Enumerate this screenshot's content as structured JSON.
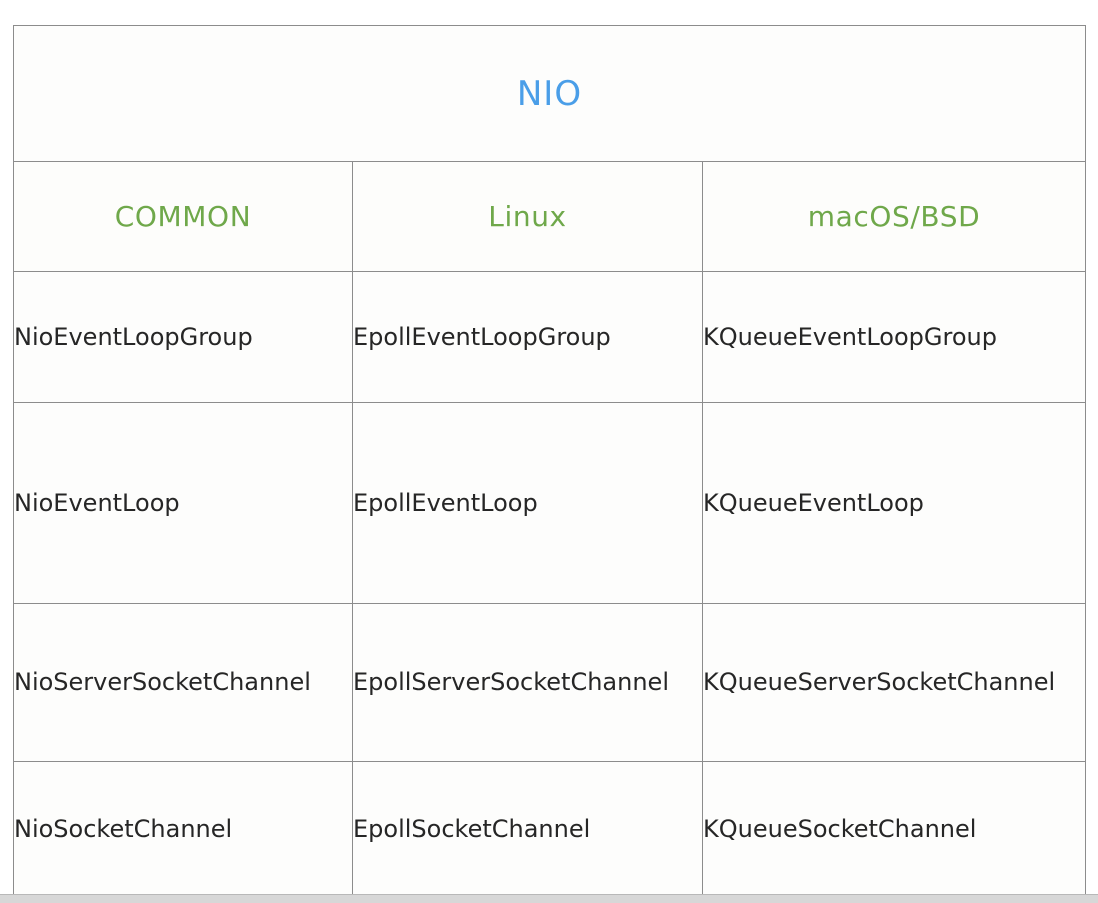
{
  "table": {
    "title": "NIO",
    "title_color": "#4a9ee8",
    "header_color": "#6fa84a",
    "border_color": "#8c8c8c",
    "headers": [
      {
        "label": "COMMON"
      },
      {
        "label": "Linux"
      },
      {
        "label": "macOS/BSD"
      }
    ],
    "rows": [
      {
        "common": "NioEventLoopGroup",
        "linux": "EpollEventLoopGroup",
        "macos": "KQueueEventLoopGroup"
      },
      {
        "common": "NioEventLoop",
        "linux": "EpollEventLoop",
        "macos": "KQueueEventLoop"
      },
      {
        "common": "NioServerSocketChannel",
        "linux": "EpollServerSocketChannel",
        "macos": "KQueueServerSocketChannel"
      },
      {
        "common": "NioSocketChannel",
        "linux": "EpollSocketChannel",
        "macos": "KQueueSocketChannel"
      }
    ]
  }
}
